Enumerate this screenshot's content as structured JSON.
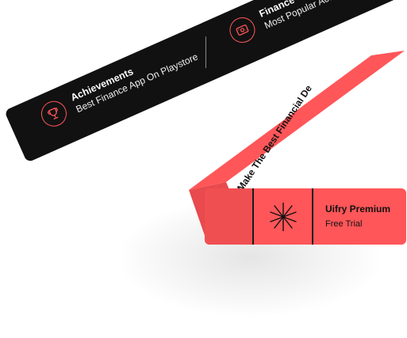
{
  "ribbon": {
    "items": [
      {
        "title": "Achievements",
        "subtitle": "Best Finance App On Playstore",
        "icon": "trophy-icon"
      },
      {
        "title": "Finance",
        "subtitle": "Most Popular Accounting App",
        "icon": "money-icon"
      }
    ]
  },
  "red_band": {
    "text": "Make The Best Financial De"
  },
  "premium": {
    "title": "Uifry Premium",
    "subtitle": "Free Trial",
    "icon": "star-icon"
  },
  "colors": {
    "black": "#111111",
    "accent": "#ff5659"
  }
}
